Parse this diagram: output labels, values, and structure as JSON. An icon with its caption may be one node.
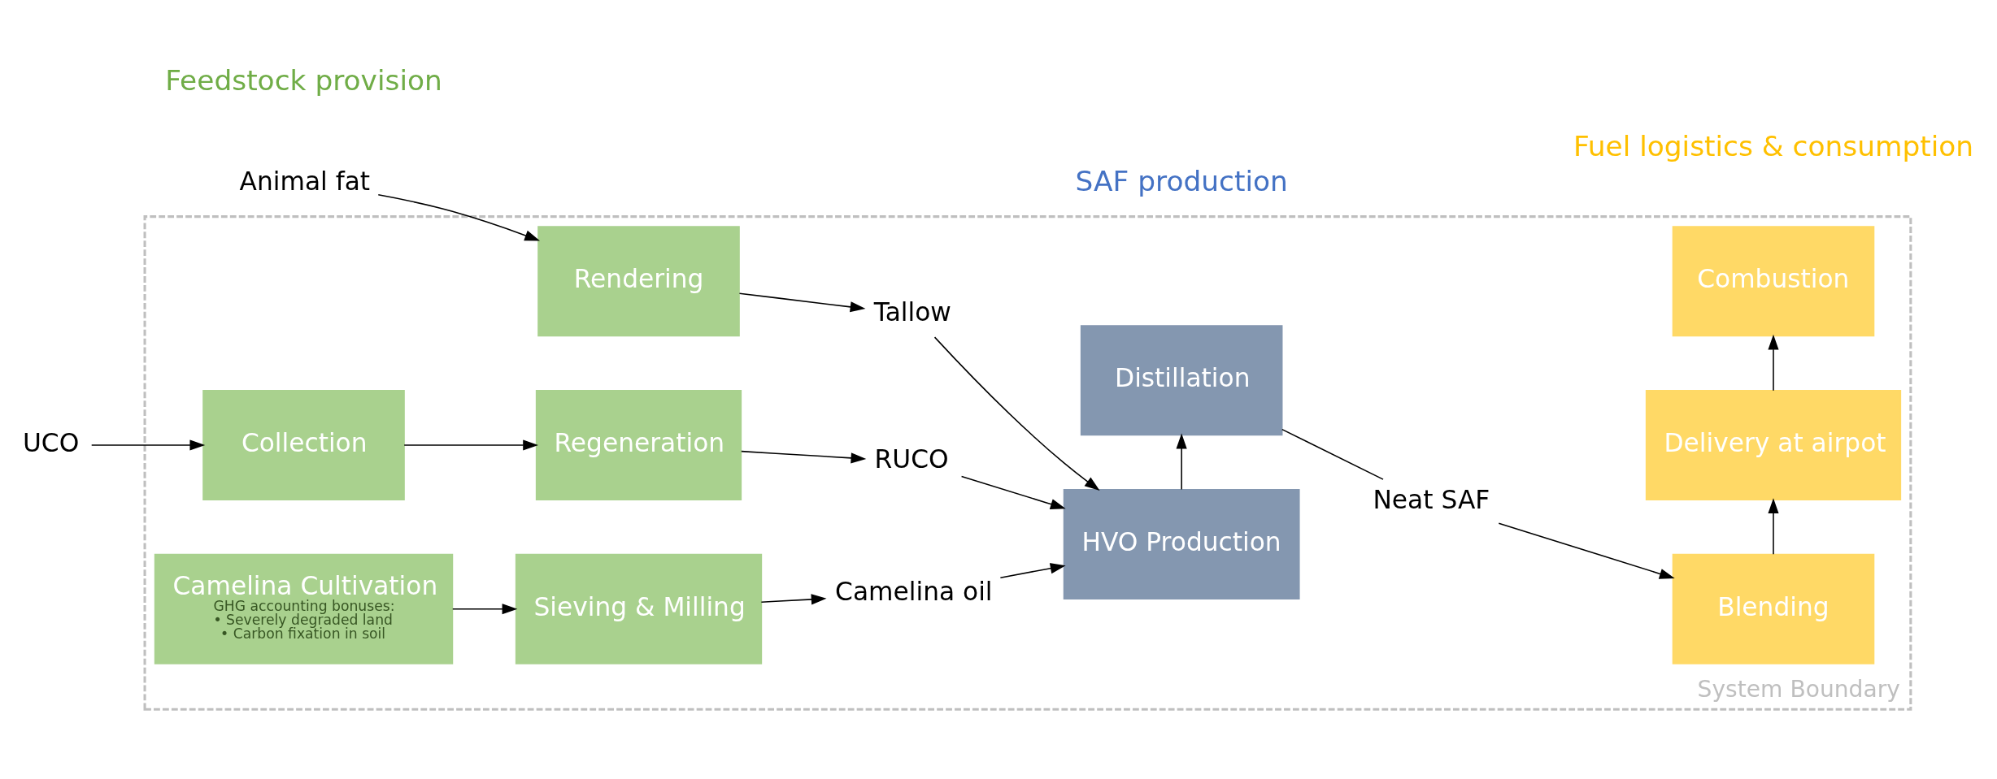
{
  "diagram": {
    "nodes": [
      {
        "text": [
          "System Boundary"
        ]
      },
      {
        "text": [
          "UCO"
        ]
      },
      {
        "text": [
          "Collection"
        ],
        "in": 0
      },
      {
        "text": [
          "Regeneration"
        ],
        "in": 0
      },
      {
        "text": [
          "RUCO"
        ],
        "in": 0
      },
      {
        "text": [
          "Animal fat"
        ]
      },
      {
        "text": [
          "Rendering"
        ],
        "in": 0
      },
      {
        "text": [
          "Tallow"
        ],
        "in": 0
      },
      {
        "text": [
          "Camelina Cultivation",
          "GHG accounting bonuses:",
          "• Severely degraded land",
          "• Carbon fixation in soil"
        ],
        "in": 0
      },
      {
        "text": [
          "Sieving & Milling"
        ],
        "in": 0
      },
      {
        "text": [
          "Camelina oil"
        ],
        "in": 0
      },
      {
        "text": [
          "HVO Production"
        ],
        "in": 0
      },
      {
        "text": [
          "Distillation"
        ],
        "in": 0
      },
      {
        "text": [
          "Neat SAF"
        ],
        "in": 0
      },
      {
        "text": [
          "Blending"
        ],
        "in": 0
      },
      {
        "text": [
          "Delivery at airpot"
        ],
        "in": 0
      },
      {
        "text": [
          "Combustion"
        ],
        "in": 0
      }
    ],
    "edges": [
      {
        "from": 1,
        "to": 2,
        "arrow": "to"
      },
      {
        "from": 2,
        "to": 3,
        "arrow": "to"
      },
      {
        "from": 3,
        "to": 4,
        "arrow": "to"
      },
      {
        "from": 5,
        "to": 6,
        "arrow": "to"
      },
      {
        "from": 6,
        "to": 7,
        "arrow": "to"
      },
      {
        "from": 8,
        "to": 9,
        "arrow": "to"
      },
      {
        "from": 9,
        "to": 10,
        "arrow": "to"
      },
      {
        "from": 4,
        "to": 11,
        "arrow": "to"
      },
      {
        "from": 7,
        "to": 11,
        "arrow": "to"
      },
      {
        "from": 10,
        "to": 11,
        "arrow": "to"
      },
      {
        "from": 11,
        "to": 12,
        "arrow": "to"
      },
      {
        "from": 12,
        "to": 13,
        "arrow": "none"
      },
      {
        "from": 13,
        "to": 14,
        "arrow": "to"
      },
      {
        "from": 14,
        "to": 15,
        "arrow": "to"
      },
      {
        "from": 15,
        "to": 16,
        "arrow": "to"
      }
    ],
    "labels": [
      "Feedstock provision",
      "SAF production",
      "Fuel logistics & consumption"
    ]
  }
}
